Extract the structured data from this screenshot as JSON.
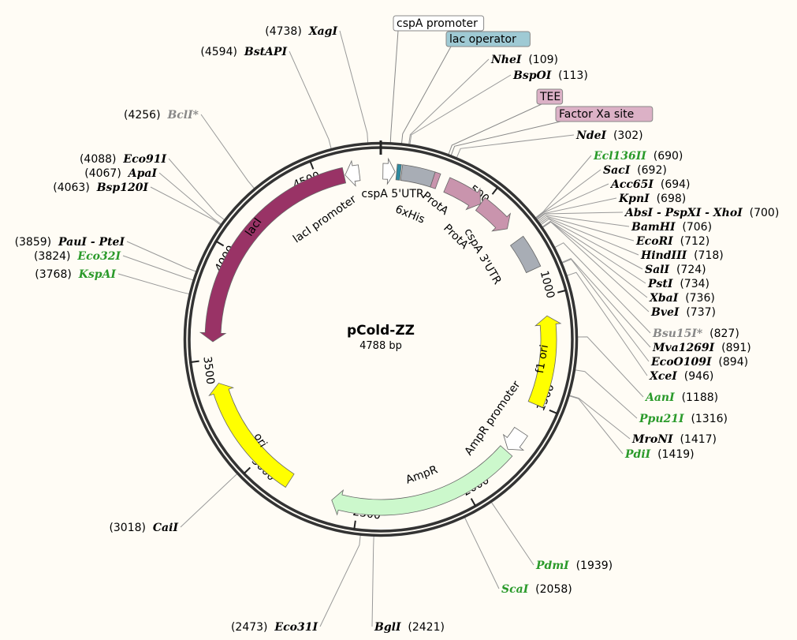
{
  "plasmid": {
    "name": "pCold-ZZ",
    "length_label": "4788 bp",
    "length": 4788
  },
  "ticks": [
    500,
    1000,
    1500,
    2000,
    2500,
    3000,
    3500,
    4000,
    4500
  ],
  "tick_labels": [
    "500",
    "1000",
    "1500",
    "2000",
    "2500",
    "3000",
    "3500",
    "4000",
    "4500"
  ],
  "features": [
    {
      "label": "cspA promoter",
      "start": 10,
      "end": 65,
      "dir": 1,
      "color": "#ffffff",
      "kind": "arrow",
      "boxed": true
    },
    {
      "label": "lac operator",
      "start": 72,
      "end": 90,
      "dir": 0,
      "color": "#2e8aa0",
      "kind": "box",
      "boxed": true,
      "box_color": "#9fcad4"
    },
    {
      "label": "cspA 5'UTR",
      "start": 95,
      "end": 240,
      "dir": 0,
      "color": "#a8adb5",
      "kind": "box"
    },
    {
      "label": "6xHis",
      "start": 240,
      "end": 265,
      "dir": 0,
      "color": "#c994ad",
      "kind": "box"
    },
    {
      "label": "TEE",
      "start": 266,
      "end": 270,
      "dir": 0,
      "color": "#c994ad",
      "kind": "none",
      "boxed": true,
      "box_color": "#dcb1c6"
    },
    {
      "label": "Factor Xa site",
      "start": 272,
      "end": 285,
      "dir": 0,
      "color": "#c994ad",
      "kind": "none",
      "boxed": true,
      "box_color": "#dcb1c6"
    },
    {
      "label": "ProtA",
      "start": 308,
      "end": 484,
      "dir": 1,
      "color": "#c994ad",
      "kind": "arrow"
    },
    {
      "label": "ProtA",
      "start": 484,
      "end": 650,
      "dir": 1,
      "color": "#c994ad",
      "kind": "arrow"
    },
    {
      "label": "cspA 3'UTR",
      "start": 720,
      "end": 870,
      "dir": 0,
      "color": "#a8adb5",
      "kind": "box"
    },
    {
      "label": "f1 ori",
      "start": 1090,
      "end": 1500,
      "dir": -1,
      "color": "#ffff00",
      "kind": "arrow"
    },
    {
      "label": "AmpR promoter",
      "start": 1640,
      "end": 1740,
      "dir": 1,
      "color": "#ffffff",
      "kind": "arrow"
    },
    {
      "label": "AmpR",
      "start": 1750,
      "end": 2620,
      "dir": 1,
      "color": "#ccf8cc",
      "kind": "arrow"
    },
    {
      "label": "ori",
      "start": 2830,
      "end": 3390,
      "dir": 1,
      "color": "#ffff00",
      "kind": "arrow"
    },
    {
      "label": "lacI",
      "start": 3580,
      "end": 4620,
      "dir": -1,
      "color": "#993366",
      "kind": "arrow"
    },
    {
      "label": "lacI promoter",
      "start": 4625,
      "end": 4690,
      "dir": -1,
      "color": "#ffffff",
      "kind": "arrow"
    }
  ],
  "sites": [
    {
      "name": "NheI",
      "pos": "(109)",
      "bp": 109,
      "color": "#000000"
    },
    {
      "name": "BspOI",
      "pos": "(113)",
      "bp": 113,
      "color": "#000000"
    },
    {
      "name": "NdeI",
      "pos": "(302)",
      "bp": 302,
      "color": "#000000"
    },
    {
      "name": "Ecl136II",
      "pos": "(690)",
      "bp": 690,
      "color": "#2a9a2a"
    },
    {
      "name": "SacI",
      "pos": "(692)",
      "bp": 692,
      "color": "#000000"
    },
    {
      "name": "Acc65I",
      "pos": "(694)",
      "bp": 694,
      "color": "#000000"
    },
    {
      "name": "KpnI",
      "pos": "(698)",
      "bp": 698,
      "color": "#000000"
    },
    {
      "name": "AbsI - PspXI - XhoI",
      "pos": "(700)",
      "bp": 700,
      "color": "#000000"
    },
    {
      "name": "BamHI",
      "pos": "(706)",
      "bp": 706,
      "color": "#000000"
    },
    {
      "name": "EcoRI",
      "pos": "(712)",
      "bp": 712,
      "color": "#000000"
    },
    {
      "name": "HindIII",
      "pos": "(718)",
      "bp": 718,
      "color": "#000000"
    },
    {
      "name": "SalI",
      "pos": "(724)",
      "bp": 724,
      "color": "#000000"
    },
    {
      "name": "PstI",
      "pos": "(734)",
      "bp": 734,
      "color": "#000000"
    },
    {
      "name": "XbaI",
      "pos": "(736)",
      "bp": 736,
      "color": "#000000"
    },
    {
      "name": "BveI",
      "pos": "(737)",
      "bp": 737,
      "color": "#000000"
    },
    {
      "name": "Bsu15I*",
      "pos": "(827)",
      "bp": 827,
      "color": "#888888"
    },
    {
      "name": "Mva1269I",
      "pos": "(891)",
      "bp": 891,
      "color": "#000000"
    },
    {
      "name": "EcoO109I",
      "pos": "(894)",
      "bp": 894,
      "color": "#000000"
    },
    {
      "name": "XceI",
      "pos": "(946)",
      "bp": 946,
      "color": "#000000"
    },
    {
      "name": "AanI",
      "pos": "(1188)",
      "bp": 1188,
      "color": "#2a9a2a"
    },
    {
      "name": "Ppu21I",
      "pos": "(1316)",
      "bp": 1316,
      "color": "#2a9a2a"
    },
    {
      "name": "MroNI",
      "pos": "(1417)",
      "bp": 1417,
      "color": "#000000"
    },
    {
      "name": "PdiI",
      "pos": "(1419)",
      "bp": 1419,
      "color": "#2a9a2a"
    },
    {
      "name": "PdmI",
      "pos": "(1939)",
      "bp": 1939,
      "color": "#2a9a2a"
    },
    {
      "name": "ScaI",
      "pos": "(2058)",
      "bp": 2058,
      "color": "#2a9a2a"
    },
    {
      "name": "BglI",
      "pos": "(2421)",
      "bp": 2421,
      "color": "#000000"
    },
    {
      "name": "Eco31I",
      "pos": "(2473)",
      "bp": 2473,
      "color": "#000000"
    },
    {
      "name": "CaiI",
      "pos": "(3018)",
      "bp": 3018,
      "color": "#000000"
    },
    {
      "name": "KspAI",
      "pos": "(3768)",
      "bp": 3768,
      "color": "#2a9a2a"
    },
    {
      "name": "Eco32I",
      "pos": "(3824)",
      "bp": 3824,
      "color": "#2a9a2a"
    },
    {
      "name": "PauI - PteI",
      "pos": "(3859)",
      "bp": 3859,
      "color": "#000000"
    },
    {
      "name": "Bsp120I",
      "pos": "(4063)",
      "bp": 4063,
      "color": "#000000"
    },
    {
      "name": "ApaI",
      "pos": "(4067)",
      "bp": 4067,
      "color": "#000000"
    },
    {
      "name": "Eco91I",
      "pos": "(4088)",
      "bp": 4088,
      "color": "#000000"
    },
    {
      "name": "BclI*",
      "pos": "(4256)",
      "bp": 4256,
      "color": "#888888"
    },
    {
      "name": "BstAPI",
      "pos": "(4594)",
      "bp": 4594,
      "color": "#000000"
    },
    {
      "name": "XagI",
      "pos": "(4738)",
      "bp": 4738,
      "color": "#000000"
    }
  ]
}
